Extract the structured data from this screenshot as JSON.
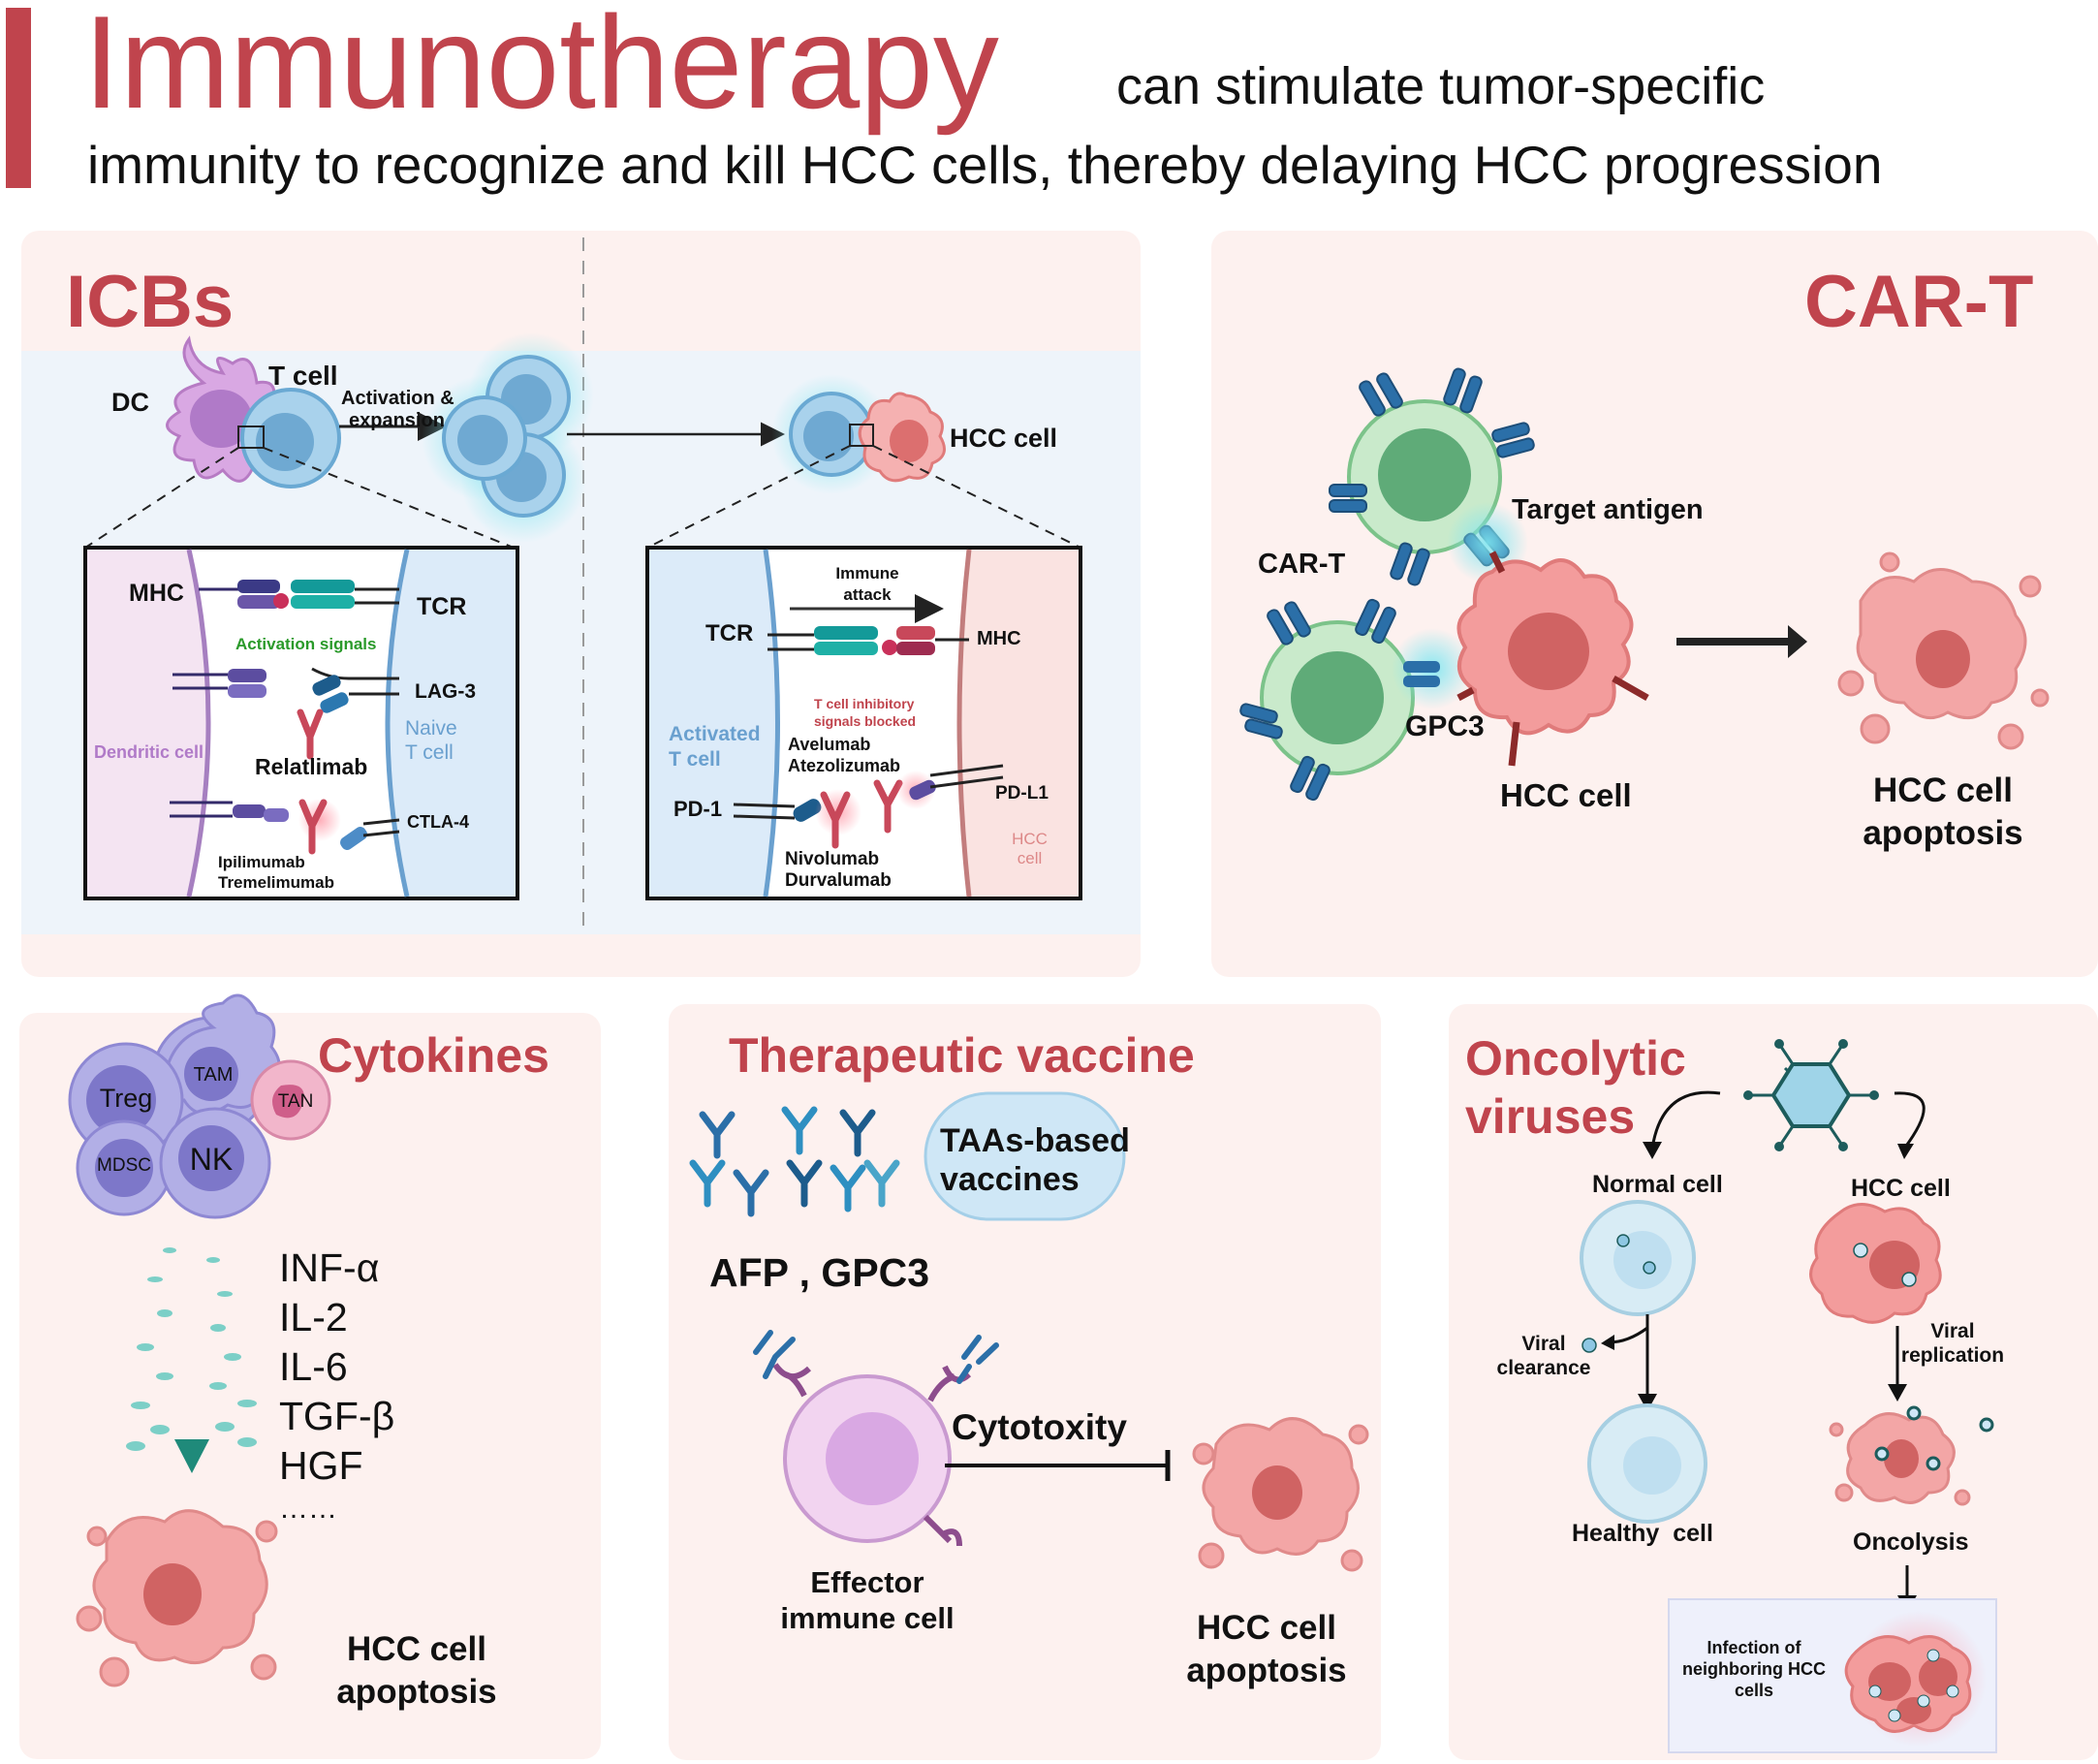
{
  "header": {
    "title_main": "Immunotherapy",
    "title_rest": "can stimulate tumor-specific",
    "subtitle": "immunity to recognize and kill HCC cells, thereby delaying HCC progression"
  },
  "icbs": {
    "title": "ICBs",
    "dc": "DC",
    "tcell": "T cell",
    "activation_1": "Activation &",
    "activation_2": "expansion",
    "hcc_cell": "HCC cell",
    "left_box": {
      "mhc": "MHC",
      "tcr": "TCR",
      "activation_signals": "Activation signals",
      "lag3": "LAG-3",
      "dendritic_cell": "Dendritic cell",
      "naive_1": "Naive",
      "naive_2": "T cell",
      "relatlimab": "Relatlimab",
      "ctla4": "CTLA-4",
      "ipilimumab": "Ipilimumab",
      "tremelimumab": "Tremelimumab"
    },
    "right_box": {
      "immune_1": "Immune",
      "immune_2": "attack",
      "tcr": "TCR",
      "mhc": "MHC",
      "inhib_1": "T cell inhibitory",
      "inhib_2": "signals blocked",
      "activated_1": "Activated",
      "activated_2": "T cell",
      "avelumab": "Avelumab",
      "atezolizumab": "Atezolizumab",
      "pd1": "PD-1",
      "pdl1": "PD-L1",
      "hcc_1": "HCC",
      "hcc_2": "cell",
      "nivolumab": "Nivolumab",
      "durvalumab": "Durvalumab"
    }
  },
  "cart": {
    "title": "CAR-T",
    "target_antigen": "Target antigen",
    "cart_label": "CAR-T",
    "gpc3": "GPC3",
    "hcc_cell": "HCC cell",
    "apoptosis_1": "HCC cell",
    "apoptosis_2": "apoptosis"
  },
  "cytokines": {
    "title": "Cytokines",
    "cells": [
      "Treg",
      "TAM",
      "TAN",
      "MDSC",
      "NK"
    ],
    "list": [
      "INF-α",
      "IL-2",
      "IL-6",
      "TGF-β",
      "HGF",
      "……"
    ],
    "apoptosis_1": "HCC cell",
    "apoptosis_2": "apoptosis"
  },
  "vaccine": {
    "title": "Therapeutic vaccine",
    "taas_1": "TAAs-based",
    "taas_2": "vaccines",
    "antigens": "AFP , GPC3",
    "cytotoxity": "Cytotoxity",
    "effector_1": "Effector",
    "effector_2": "immune cell",
    "apoptosis_1": "HCC cell",
    "apoptosis_2": "apoptosis"
  },
  "oncolytic": {
    "title_1": "Oncolytic",
    "title_2": "viruses",
    "normal_cell": "Normal cell",
    "hcc_cell": "HCC cell",
    "viral_clearance_1": "Viral",
    "viral_clearance_2": "clearance",
    "viral_replication_1": "Viral",
    "viral_replication_2": "replication",
    "healthy_cell": "Healthy  cell",
    "oncolysis": "Oncolysis",
    "infection_1": "Infection of",
    "infection_2": "neighboring HCC",
    "infection_3": "cells"
  },
  "colors": {
    "accent_red": "#c0444d",
    "panel_bg": "#fdf1ef",
    "tcell_blue": "#8fc3e3",
    "hcc_pink": "#ee8c8c",
    "cart_green": "#9fd3a8"
  }
}
